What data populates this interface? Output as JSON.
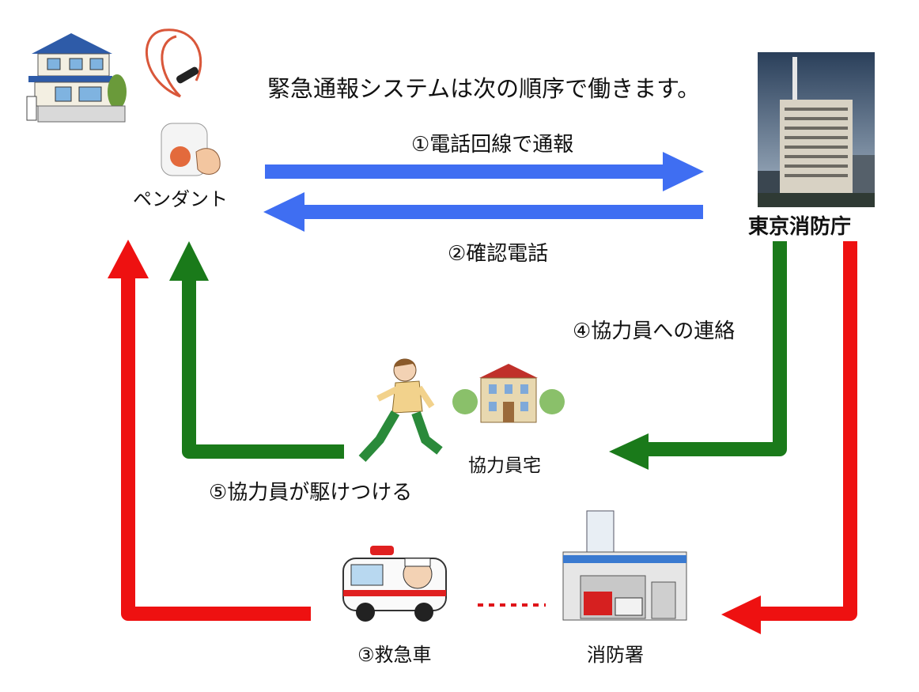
{
  "title": "緊急通報システムは次の順序で働きます。",
  "nodes": {
    "pendant": "ペンダント",
    "fire_dept": "東京消防庁",
    "helper_home": "協力員宅",
    "ambulance": "③救急車",
    "fire_station": "消防署"
  },
  "steps": {
    "step1": "①電話回線で通報",
    "step2": "②確認電話",
    "step4": "④協力員への連絡",
    "step5": "⑤協力員が駆けつける"
  },
  "colors": {
    "blue_arrow": "#3f6ef2",
    "green_arrow": "#1a7a1a",
    "red_arrow": "#ee1111"
  }
}
